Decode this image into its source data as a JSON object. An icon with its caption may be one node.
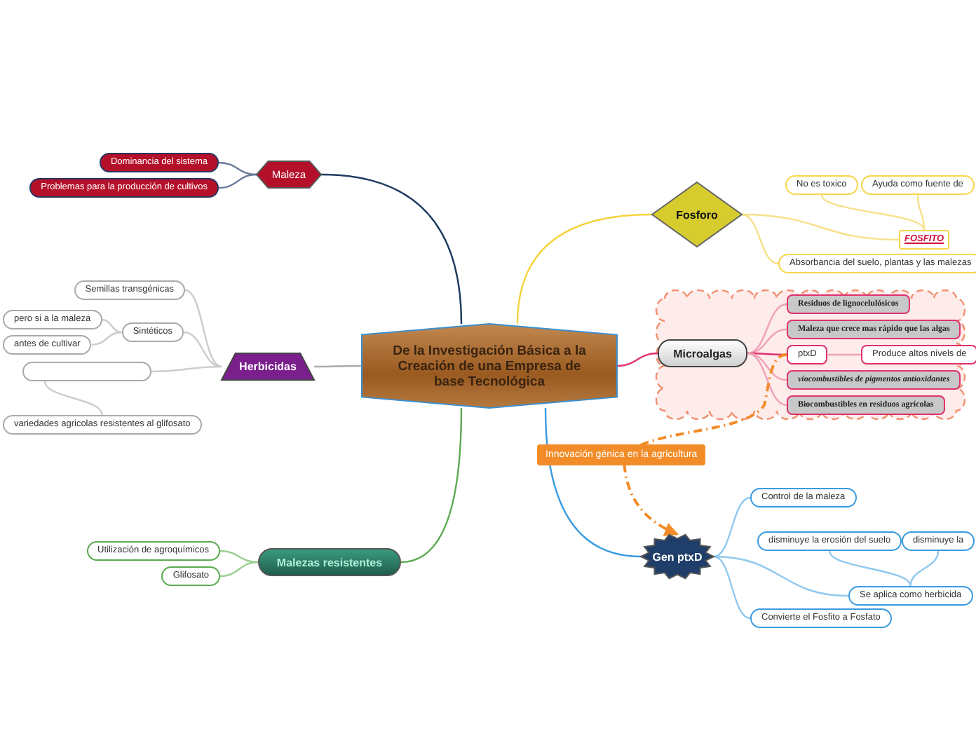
{
  "diagram": {
    "nodes": [
      {
        "text": [
          "De la Investigación Básica  a la Creación de una Empresa de base Tecnológica"
        ]
      },
      {
        "text": [
          "Maleza"
        ]
      },
      {
        "text": [
          "Dominancia del sistema"
        ]
      },
      {
        "text": [
          "Problemas para la producción de cultivos"
        ]
      },
      {
        "text": [
          "Fosforo"
        ]
      },
      {
        "text": [
          "No es toxico"
        ]
      },
      {
        "text": [
          "Ayuda como fuente de"
        ]
      },
      {
        "text": [
          "FOSFITO"
        ]
      },
      {
        "text": [
          "Absorbancia del suelo, plantas y las malezas"
        ]
      },
      {
        "text": [],
        "shape": "cloud"
      },
      {
        "text": [
          "Microalgas"
        ],
        "in": 9
      },
      {
        "text": [
          "Residuos de lignocelulósicos"
        ],
        "in": 9
      },
      {
        "text": [
          "Maleza que crece mas rápido que las algas"
        ],
        "in": 9
      },
      {
        "text": [
          "ptxD"
        ],
        "in": 9
      },
      {
        "text": [
          "Produce altos nivels de"
        ],
        "in": 9
      },
      {
        "text": [
          "viocombustibles de pigmentos antioxidantes"
        ],
        "in": 9
      },
      {
        "text": [
          "Biocombustibles en residuos agrícolas"
        ],
        "in": 9
      },
      {
        "text": [
          "Herbicidas"
        ]
      },
      {
        "text": [
          "Semillas transgénicas"
        ]
      },
      {
        "text": [
          "Sintéticos"
        ]
      },
      {
        "text": [
          "pero si a la maleza"
        ]
      },
      {
        "text": [
          "antes de cultivar"
        ]
      },
      {
        "text": [],
        "shape": "box"
      },
      {
        "text": [
          "variedades agricolas resistentes al glifosato"
        ]
      },
      {
        "text": [
          "Malezas resistentes"
        ]
      },
      {
        "text": [
          "Utilización de agroquímicos"
        ]
      },
      {
        "text": [
          "Glifosato"
        ]
      },
      {
        "text": [
          "Gen ptxD"
        ]
      },
      {
        "text": [
          "Control de la maleza"
        ]
      },
      {
        "text": [
          "disminuye la erosión del suelo"
        ]
      },
      {
        "text": [
          "disminuye la"
        ]
      },
      {
        "text": [
          "Se aplica como herbicida"
        ]
      },
      {
        "text": [
          "Convierte el Fosfito a Fosfato"
        ]
      }
    ],
    "edges": [
      {
        "from": 0,
        "to": 1,
        "arrow": "none",
        "color": "#1e3a5f"
      },
      {
        "from": 1,
        "to": 2,
        "arrow": "none",
        "color": "#6a7a9a"
      },
      {
        "from": 1,
        "to": 3,
        "arrow": "none",
        "color": "#6a7a9a"
      },
      {
        "from": 0,
        "to": 4,
        "arrow": "none",
        "color": "#f5d33c"
      },
      {
        "from": 4,
        "to": 7,
        "arrow": "none",
        "color": "#f8e08a"
      },
      {
        "from": 7,
        "to": 5,
        "arrow": "none",
        "color": "#f8e08a"
      },
      {
        "from": 7,
        "to": 6,
        "arrow": "none",
        "color": "#f8e08a"
      },
      {
        "from": 4,
        "to": 8,
        "arrow": "none",
        "color": "#f8e08a"
      },
      {
        "from": 0,
        "to": 10,
        "arrow": "none",
        "color": "#e0306e"
      },
      {
        "from": 10,
        "to": 11,
        "arrow": "none",
        "color": "#f0a0b8"
      },
      {
        "from": 10,
        "to": 12,
        "arrow": "none",
        "color": "#f0a0b8"
      },
      {
        "from": 10,
        "to": 13,
        "arrow": "none",
        "color": "#e0306e"
      },
      {
        "from": 10,
        "to": 15,
        "arrow": "none",
        "color": "#f0a0b8"
      },
      {
        "from": 10,
        "to": 16,
        "arrow": "none",
        "color": "#f0a0b8"
      },
      {
        "from": 13,
        "to": 14,
        "arrow": "none",
        "color": "#f0a0b8"
      },
      {
        "from": 0,
        "to": 17,
        "arrow": "none",
        "color": "#aaaaaa"
      },
      {
        "from": 17,
        "to": 18,
        "arrow": "none",
        "color": "#cccccc"
      },
      {
        "from": 17,
        "to": 19,
        "arrow": "none",
        "color": "#cccccc"
      },
      {
        "from": 17,
        "to": 22,
        "arrow": "none",
        "color": "#cccccc"
      },
      {
        "from": 19,
        "to": 20,
        "arrow": "none",
        "color": "#cccccc"
      },
      {
        "from": 19,
        "to": 21,
        "arrow": "none",
        "color": "#cccccc"
      },
      {
        "from": 22,
        "to": 23,
        "arrow": "none",
        "color": "#cccccc"
      },
      {
        "from": 0,
        "to": 24,
        "arrow": "none",
        "color": "#5aaa50"
      },
      {
        "from": 24,
        "to": 25,
        "arrow": "none",
        "color": "#9ad090"
      },
      {
        "from": 24,
        "to": 26,
        "arrow": "none",
        "color": "#9ad090"
      },
      {
        "from": 0,
        "to": 27,
        "arrow": "none",
        "color": "#3a9be0"
      },
      {
        "from": 27,
        "to": 28,
        "arrow": "none",
        "color": "#90c8f0"
      },
      {
        "from": 27,
        "to": 31,
        "arrow": "none",
        "color": "#90c8f0"
      },
      {
        "from": 27,
        "to": 32,
        "arrow": "none",
        "color": "#90c8f0"
      },
      {
        "from": 31,
        "to": 29,
        "arrow": "none",
        "color": "#90c8f0"
      },
      {
        "from": 31,
        "to": 30,
        "arrow": "none",
        "color": "#90c8f0"
      },
      {
        "from": 13,
        "to": 27,
        "arrow": "to",
        "label": "Innovación génica en la agricultura",
        "style": "dashed",
        "color": "#f28c28"
      }
    ]
  }
}
